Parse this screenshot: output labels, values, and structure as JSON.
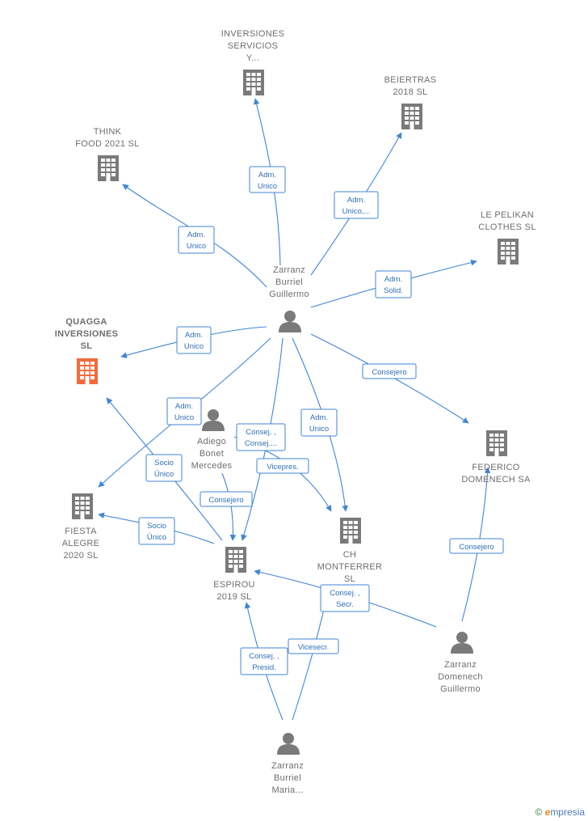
{
  "nodes": [
    {
      "id": "inversiones",
      "label": [
        "INVERSIONES",
        "SERVICIOS",
        "Y..."
      ],
      "type": "company"
    },
    {
      "id": "beiertras",
      "label": [
        "BEIERTRAS",
        "2018  SL"
      ],
      "type": "company"
    },
    {
      "id": "think",
      "label": [
        "THINK",
        "FOOD 2021  SL"
      ],
      "type": "company"
    },
    {
      "id": "pelikan",
      "label": [
        "LE PELIKAN",
        "CLOTHES  SL"
      ],
      "type": "company"
    },
    {
      "id": "quagga",
      "label": [
        "QUAGGA",
        "INVERSIONES",
        "SL"
      ],
      "type": "company",
      "highlight": true
    },
    {
      "id": "guillermo_b",
      "label": [
        "Zarranz",
        "Burriel",
        "Guillermo"
      ],
      "type": "person"
    },
    {
      "id": "adiego",
      "label": [
        "Adiego",
        "Bonet",
        "Mercedes"
      ],
      "type": "person"
    },
    {
      "id": "federico",
      "label": [
        "FEDERICO",
        "DOMENECH SA"
      ],
      "type": "company"
    },
    {
      "id": "fiesta",
      "label": [
        "FIESTA",
        "ALEGRE",
        "2020  SL"
      ],
      "type": "company"
    },
    {
      "id": "ch",
      "label": [
        "CH",
        "MONTFERRER",
        "SL"
      ],
      "type": "company"
    },
    {
      "id": "espirou",
      "label": [
        "ESPIROU",
        "2019  SL"
      ],
      "type": "company"
    },
    {
      "id": "guillermo_d",
      "label": [
        "Zarranz",
        "Domenech",
        "Guillermo"
      ],
      "type": "person"
    },
    {
      "id": "maria",
      "label": [
        "Zarranz",
        "Burriel",
        "Maria..."
      ],
      "type": "person"
    }
  ],
  "edges": [
    {
      "label": [
        "Adm.",
        "Unico"
      ]
    },
    {
      "label": [
        "Adm.",
        "Unico,..."
      ]
    },
    {
      "label": [
        "Adm.",
        "Unico"
      ]
    },
    {
      "label": [
        "Adm.",
        "Solid."
      ]
    },
    {
      "label": [
        "Adm.",
        "Unico"
      ]
    },
    {
      "label": [
        "Consejero"
      ]
    },
    {
      "label": [
        "Adm.",
        "Unico"
      ]
    },
    {
      "label": [
        "Consej. ,",
        "Consej...."
      ]
    },
    {
      "label": [
        "Adm.",
        "Unico"
      ]
    },
    {
      "label": [
        "Vicepres."
      ]
    },
    {
      "label": [
        "Socio",
        "Único"
      ]
    },
    {
      "label": [
        "Consejero"
      ]
    },
    {
      "label": [
        "Socio",
        "Único"
      ]
    },
    {
      "label": [
        "Consej. ,",
        "Secr."
      ]
    },
    {
      "label": [
        "Consejero"
      ]
    },
    {
      "label": [
        "Consej. ,",
        "Presid."
      ]
    },
    {
      "label": [
        "Vicesecr."
      ]
    }
  ],
  "colors": {
    "edge": "#3f86d6",
    "company": "#7a7a7a",
    "highlight": "#f26b3a",
    "person": "#7a7a7a"
  },
  "footer": {
    "copyright": "©",
    "brand_initial": "e",
    "brand_rest": "mpresia"
  }
}
